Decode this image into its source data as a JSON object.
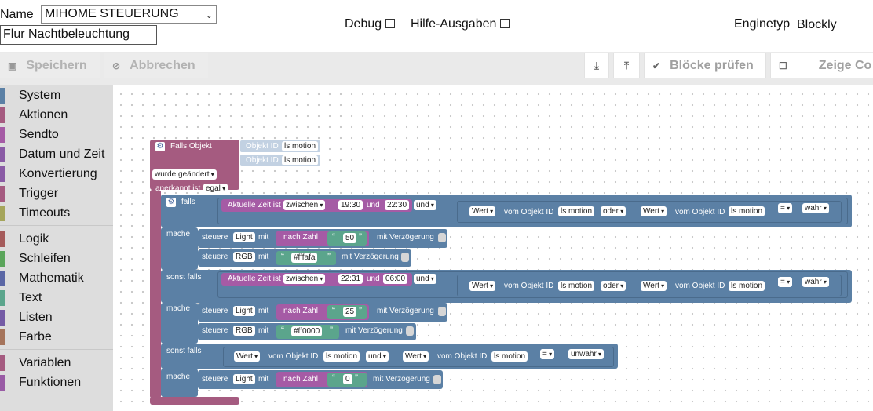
{
  "form": {
    "name_label": "Name",
    "name_value": "MIHOME STEUERUNG",
    "description_value": "Flur Nachtbeleuchtung",
    "debug_label": "Debug",
    "help_label": "Hilfe-Ausgaben",
    "engine_label": "Enginetyp",
    "engine_value": "Blockly"
  },
  "toolbar": {
    "save_label": "Speichern",
    "cancel_label": "Abbrechen",
    "check_label": "Blöcke prüfen",
    "show_code_label": "Zeige Co",
    "download_glyph": "⤓",
    "upload_glyph": "⤒"
  },
  "sidebar": {
    "items": [
      "System",
      "Aktionen",
      "Sendto",
      "Datum und Zeit",
      "Konvertierung",
      "Trigger",
      "Timeouts",
      "Logik",
      "Schleifen",
      "Mathematik",
      "Text",
      "Listen",
      "Farbe",
      "Variablen",
      "Funktionen"
    ],
    "colors": [
      "#5b80a5",
      "#a55b80",
      "#a55ba5",
      "#a55ba5",
      "#a55ba5",
      "#a55b80",
      "#a5a55b",
      "#a55b5b",
      "#5ba55b",
      "#5b67a5",
      "#5ba58c",
      "#745ba5",
      "#a5745b",
      "#a55b80",
      "#995ba5"
    ]
  },
  "trigger": {
    "title": "Falls Objekt",
    "oid_label": "Objekt ID",
    "oid1": "ls motion",
    "oid2": "ls motion",
    "changed": "wurde geändert",
    "ack_label": "anerkannt ist",
    "ack_value": "egal"
  },
  "if_block": {
    "falls": "falls",
    "sonst_falls": "sonst falls",
    "mache": "mache",
    "time_label": "Aktuelle Zeit ist",
    "between": "zwischen",
    "and_word": "und",
    "logic_and": "und",
    "logic_or": "oder",
    "wert": "Wert",
    "vom_objekt": "vom Objekt ID",
    "oid": "ls motion",
    "eq": "=",
    "wahr": "wahr",
    "unwahr": "unwahr",
    "t1_from": "19:30",
    "t1_to": "22:30",
    "t2_from": "22:31",
    "t2_to": "06:00"
  },
  "actions": {
    "steuere": "steuere",
    "mit": "mit",
    "nach_zahl": "nach Zahl",
    "verz": "mit Verzögerung",
    "light": "Light",
    "rgb": "RGB",
    "q_open": "“",
    "q_close": "”",
    "v1": "50",
    "c1": "#fffafa",
    "v2": "25",
    "c2": "#ff0000",
    "v3": "0"
  }
}
